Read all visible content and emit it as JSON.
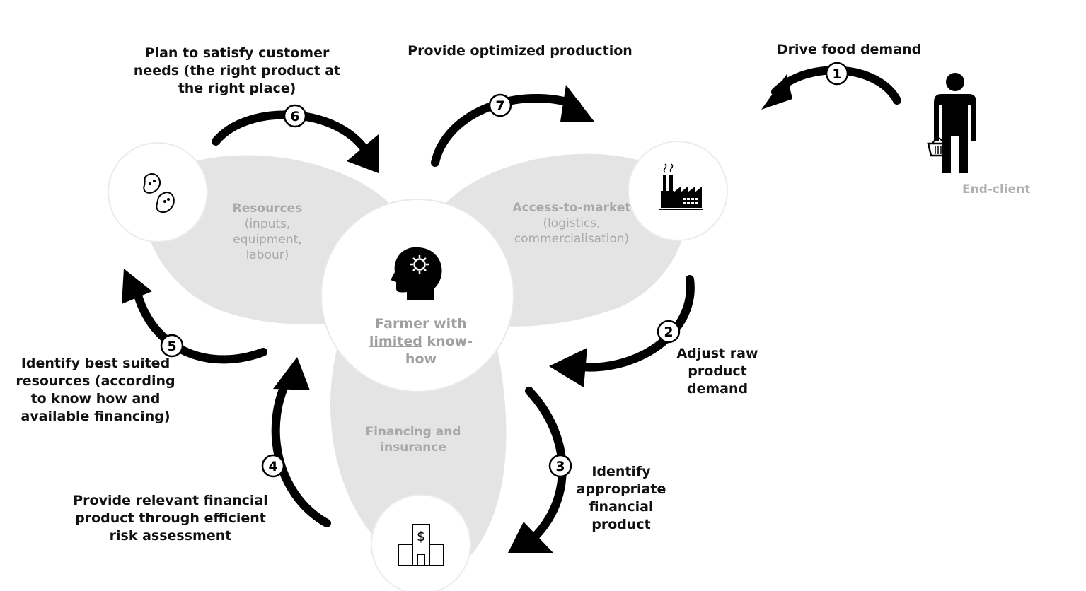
{
  "hub": {
    "line1": "Farmer with",
    "underlined": "limited",
    "line2_rest": " know-",
    "line3": "how"
  },
  "petals": {
    "resources": {
      "title": "Resources",
      "sub": [
        "(inputs,",
        "equipment,",
        "labour)"
      ]
    },
    "market": {
      "title": "Access-to-market",
      "sub": [
        "(logistics,",
        "commercialisation)"
      ]
    },
    "financing": {
      "title": [
        "Financing and",
        "insurance"
      ]
    }
  },
  "end_client": "End-client",
  "steps": [
    {
      "number": "1",
      "label": [
        "Drive food demand"
      ]
    },
    {
      "number": "2",
      "label": [
        "Adjust raw",
        "product",
        "demand"
      ]
    },
    {
      "number": "3",
      "label": [
        "Identify",
        "appropriate",
        "financial",
        "product"
      ]
    },
    {
      "number": "4",
      "label": [
        "Provide relevant financial",
        "product through efficient",
        "risk assessment"
      ]
    },
    {
      "number": "5",
      "label": [
        "Identify best suited",
        "resources (according",
        "to know how and",
        "available financing)"
      ]
    },
    {
      "number": "6",
      "label": [
        "Plan to satisfy customer",
        "needs (the right product at",
        "the right place)"
      ]
    },
    {
      "number": "7",
      "label": [
        "Provide optimized production"
      ]
    }
  ],
  "icons": {
    "resources": "beans-icon",
    "market": "factory-icon",
    "financing": "bank-icon",
    "hub": "head-gear-icon",
    "client": "person-basket-icon"
  }
}
